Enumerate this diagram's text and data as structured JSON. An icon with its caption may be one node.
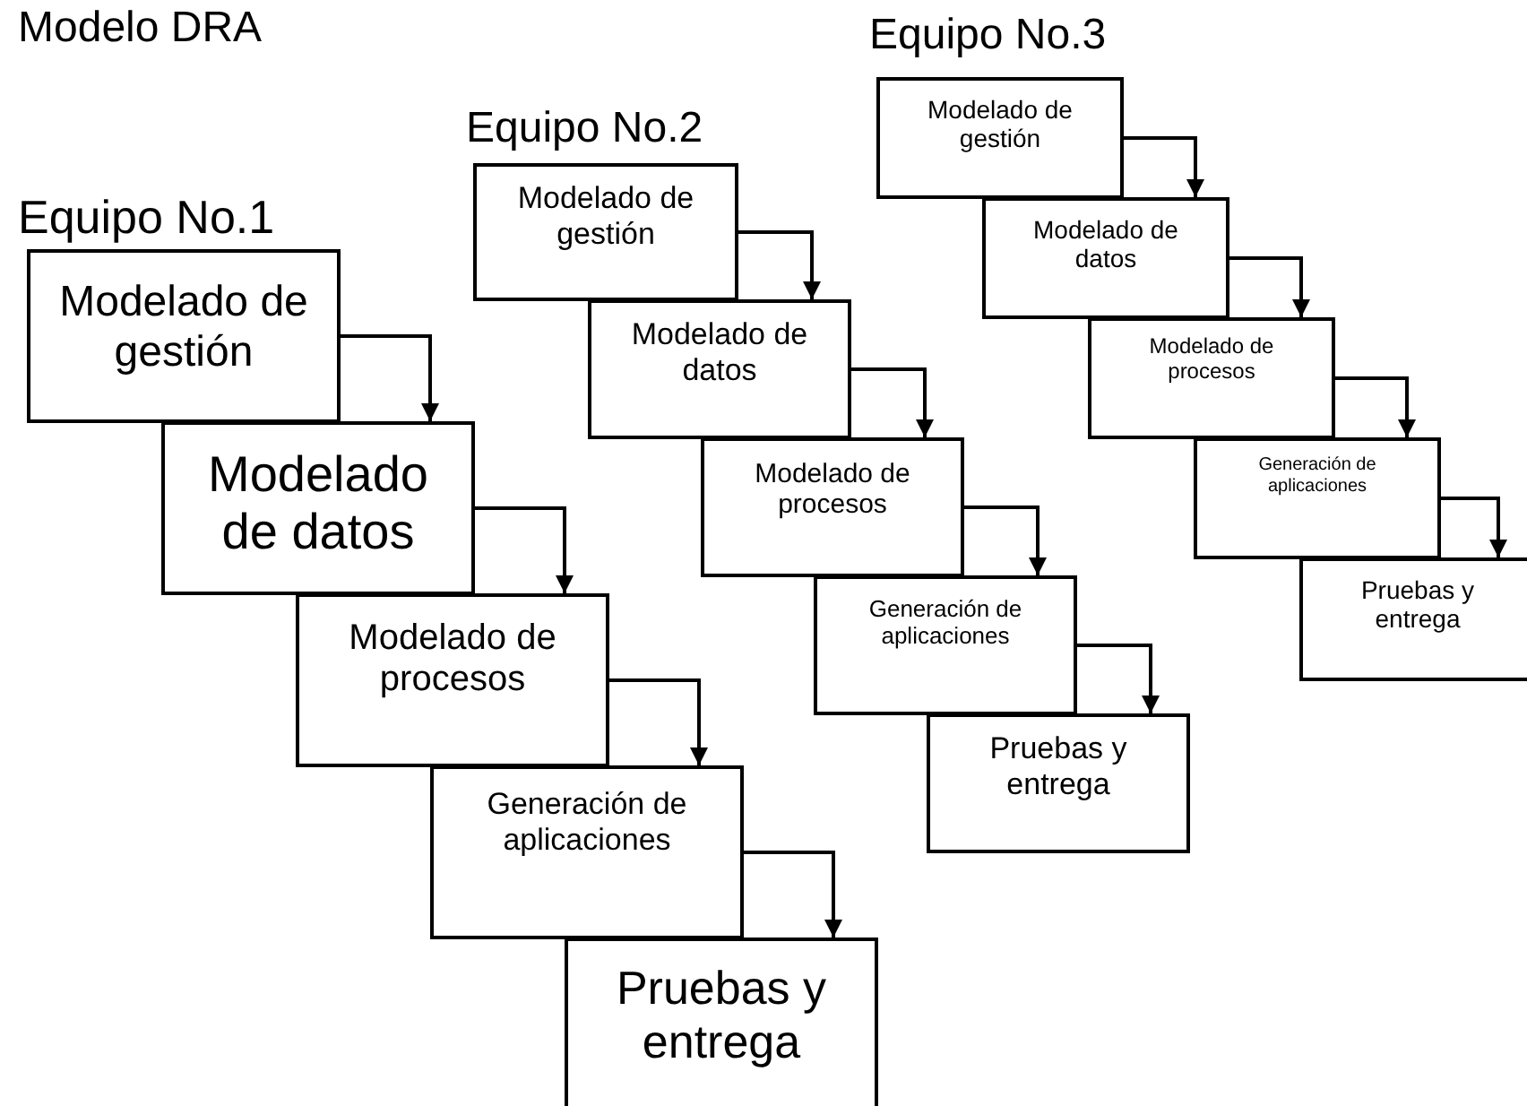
{
  "diagram": {
    "title": "Modelo DRA",
    "nodes": [
      {
        "text": [
          "Modelado de gestión"
        ]
      },
      {
        "text": [
          "Modelado de datos"
        ]
      },
      {
        "text": [
          "Modelado de procesos"
        ]
      },
      {
        "text": [
          "Generación de aplicaciones"
        ]
      },
      {
        "text": [
          "Pruebas y entrega"
        ]
      },
      {
        "text": [
          "Modelado de gestión"
        ]
      },
      {
        "text": [
          "Modelado de datos"
        ]
      },
      {
        "text": [
          "Modelado de procesos"
        ]
      },
      {
        "text": [
          "Generación de aplicaciones"
        ]
      },
      {
        "text": [
          "Pruebas y entrega"
        ]
      },
      {
        "text": [
          "Modelado de gestión"
        ]
      },
      {
        "text": [
          "Modelado de datos"
        ]
      },
      {
        "text": [
          "Modelado de procesos"
        ]
      },
      {
        "text": [
          "Generación de aplicaciones"
        ]
      },
      {
        "text": [
          "Pruebas y entrega"
        ]
      }
    ],
    "edges": [
      {
        "from": 0,
        "to": 1,
        "arrow": "to"
      },
      {
        "from": 1,
        "to": 2,
        "arrow": "to"
      },
      {
        "from": 2,
        "to": 3,
        "arrow": "to"
      },
      {
        "from": 3,
        "to": 4,
        "arrow": "to"
      },
      {
        "from": 5,
        "to": 6,
        "arrow": "to"
      },
      {
        "from": 6,
        "to": 7,
        "arrow": "to"
      },
      {
        "from": 7,
        "to": 8,
        "arrow": "to"
      },
      {
        "from": 8,
        "to": 9,
        "arrow": "to"
      },
      {
        "from": 10,
        "to": 11,
        "arrow": "to"
      },
      {
        "from": 11,
        "to": 12,
        "arrow": "to"
      },
      {
        "from": 12,
        "to": 13,
        "arrow": "to"
      },
      {
        "from": 13,
        "to": 14,
        "arrow": "to"
      }
    ],
    "labels": [
      "Equipo No.3",
      "Equipo No.2",
      "Equipo No.1"
    ]
  }
}
